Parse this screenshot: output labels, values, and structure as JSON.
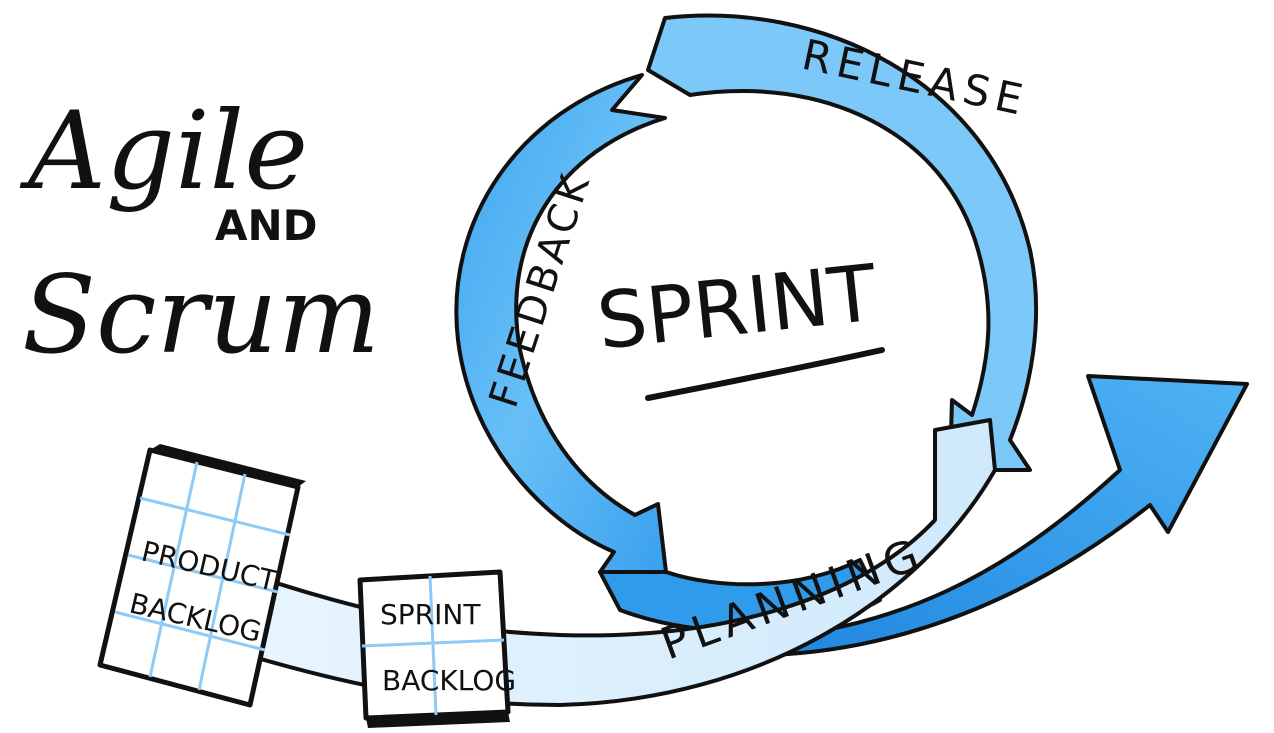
{
  "title": {
    "line1": "Agile",
    "line2": "AND",
    "line3": "Scrum"
  },
  "cycle": {
    "center_label": "SPRINT",
    "release_label": "RELEASE",
    "feedback_label": "FEEDBACK",
    "planning_label": "PLANNING"
  },
  "backlogs": {
    "product_line1": "PRODUCT",
    "product_line2": "BACKLOG",
    "sprint_line1": "SPRINT",
    "sprint_line2": "BACKLOG"
  },
  "colors": {
    "cycle_blue": "#47aef1",
    "cycle_light": "#9bd3fb",
    "dark_arrow": "#2b8ee6",
    "pale_band": "#dff0fc",
    "grid_line": "#8fc9f5",
    "ink": "#111111"
  }
}
